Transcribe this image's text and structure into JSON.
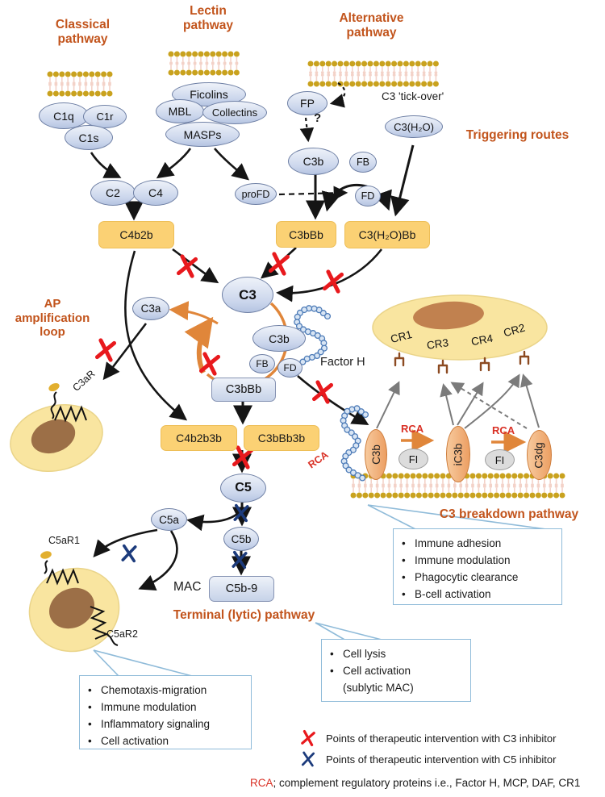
{
  "headings": {
    "classical": "Classical pathway",
    "lectin": "Lectin pathway",
    "alternative": "Alternative pathway",
    "triggering": "Triggering routes",
    "ap_loop": "AP amplification loop",
    "tick_over": "C3 'tick-over'",
    "breakdown": "C3 breakdown pathway",
    "terminal": "Terminal (lytic) pathway"
  },
  "nodes": {
    "c1q": "C1q",
    "c1r": "C1r",
    "c1s": "C1s",
    "ficolins": "Ficolins",
    "mbl": "MBL",
    "collectins": "Collectins",
    "masps": "MASPs",
    "fp": "FP",
    "question": "?",
    "c3h2o": "C3(H₂O)",
    "c3b_alt": "C3b",
    "fb_alt": "FB",
    "profd": "proFD",
    "fd_alt": "FD",
    "c2": "C2",
    "c4": "C4",
    "c4b2b": "C4b2b",
    "c3bbb": "C3bBb",
    "c3h2obb": "C3(H₂O)Bb",
    "c3": "C3",
    "c3a": "C3a",
    "c3b_loop": "C3b",
    "fb_loop": "FB",
    "fd_loop": "FD",
    "c3bbb_conv": "C3bBb",
    "factor_h": "Factor H",
    "c4b2b3b": "C4b2b3b",
    "c3bbb3b": "C3bBb3b",
    "c5": "C5",
    "c5a": "C5a",
    "c5b": "C5b",
    "mac": "MAC",
    "c5b9": "C5b-9",
    "c3b_mem": "C3b",
    "ic3b": "iC3b",
    "c3dg": "C3dg",
    "fi1": "FI",
    "fi2": "FI",
    "cr1": "CR1",
    "cr3": "CR3",
    "cr4": "CR4",
    "cr2": "CR2",
    "c3ar": "C3aR",
    "c5ar1": "C5aR1",
    "c5ar2": "C5aR2",
    "rca_membrane": "RCA",
    "rca_step1": "RCA",
    "rca_step2": "RCA"
  },
  "callouts": {
    "breakdown": [
      "Immune adhesion",
      "Immune modulation",
      "Phagocytic clearance",
      "B-cell activation"
    ],
    "lysis": [
      "Cell lysis",
      "Cell activation",
      "(sublytic MAC)"
    ],
    "anaphylatoxin": [
      "Chemotaxis-migration",
      "Immune modulation",
      "Inflammatory signaling",
      "Cell activation"
    ]
  },
  "legend": {
    "c3_inhibitor": "Points of therapeutic intervention with C3 inhibitor",
    "c5_inhibitor": "Points of therapeutic intervention with C5 inhibitor",
    "rca_abbr": "RCA",
    "rca_definition": "; complement regulatory proteins i.e., Factor H, MCP, DAF, CR1"
  },
  "colors": {
    "heading_orange": "#C2541C",
    "convertase_yellow": "#FBD174",
    "c3_inhibitor_red": "#E8191D",
    "c5_inhibitor_blue": "#1C3B7C",
    "rca_red": "#D93025",
    "membrane_gold": "#C9A21E"
  }
}
